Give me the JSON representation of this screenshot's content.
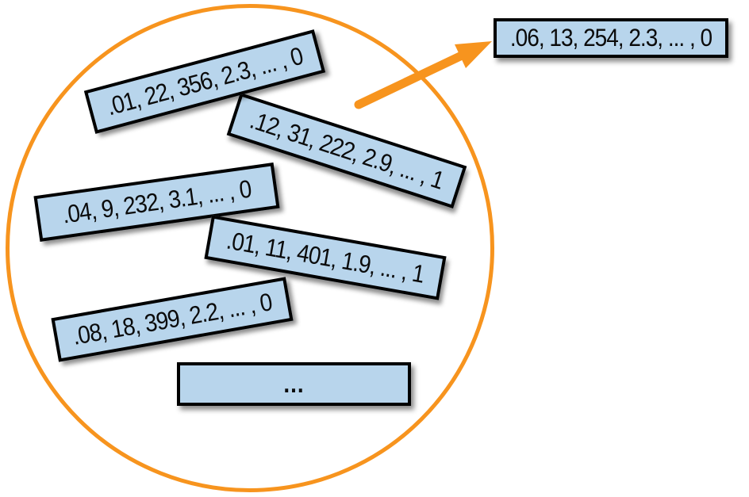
{
  "colors": {
    "accent": "#F7941E",
    "box_fill": "#B8D5EC",
    "box_border": "#000000",
    "text": "#0B0B0B",
    "background": "#FFFFFF"
  },
  "diagram": {
    "inside_boxes": [
      {
        "label": ".01, 22, 356, 2.3, ... , 0"
      },
      {
        "label": ".12, 31, 222, 2.9, ... , 1"
      },
      {
        "label": ".04, 9, 232, 3.1, ... , 0"
      },
      {
        "label": ".01, 11, 401, 1.9, ... , 1"
      },
      {
        "label": ".08, 18, 399, 2.2, ... , 0"
      },
      {
        "label": "..."
      }
    ],
    "outside_box": {
      "label": ".06, 13, 254, 2.3, ... , 0"
    }
  }
}
